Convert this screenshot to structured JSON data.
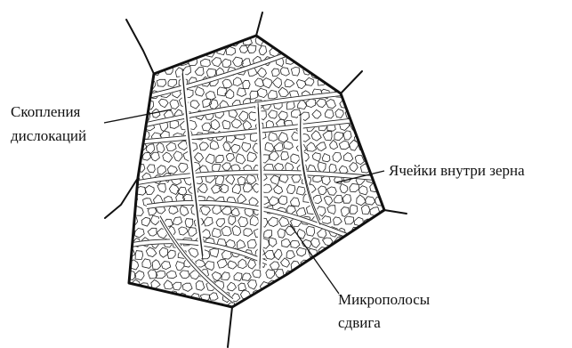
{
  "labels": {
    "dislocation_clusters_line1": "Скопления",
    "dislocation_clusters_line2": "дислокаций",
    "cells_inside_grain": "Ячейки внутри зерна",
    "shear_microbands_line1": "Микрополосы",
    "shear_microbands_line2": "сдвига"
  },
  "colors": {
    "line": "#111111",
    "background": "#ffffff"
  }
}
